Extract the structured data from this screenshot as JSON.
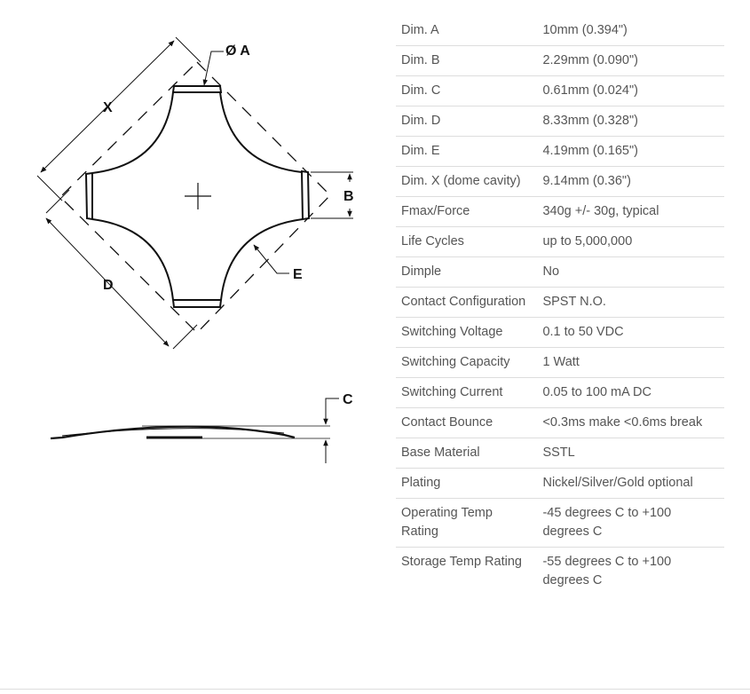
{
  "drawing": {
    "labels": {
      "a": "Ø A",
      "b": "B",
      "c": "C",
      "d": "D",
      "e": "E",
      "x": "X"
    }
  },
  "specs": [
    {
      "key": "Dim. A",
      "value": "10mm (0.394\")"
    },
    {
      "key": "Dim. B",
      "value": "2.29mm (0.090\")"
    },
    {
      "key": "Dim. C",
      "value": "0.61mm (0.024\")"
    },
    {
      "key": "Dim. D",
      "value": "8.33mm (0.328\")"
    },
    {
      "key": "Dim. E",
      "value": "4.19mm (0.165\")"
    },
    {
      "key": "Dim. X (dome cavity)",
      "value": "9.14mm (0.36\")"
    },
    {
      "key": "Fmax/Force",
      "value": "340g +/- 30g, typical"
    },
    {
      "key": "Life Cycles",
      "value": "up to 5,000,000"
    },
    {
      "key": "Dimple",
      "value": "No"
    },
    {
      "key": "Contact Configuration",
      "value": "SPST N.O."
    },
    {
      "key": "Switching Voltage",
      "value": "0.1 to 50 VDC"
    },
    {
      "key": "Switching Capacity",
      "value": "1 Watt"
    },
    {
      "key": "Switching Current",
      "value": "0.05 to 100 mA DC"
    },
    {
      "key": "Contact Bounce",
      "value": "<0.3ms make <0.6ms break"
    },
    {
      "key": "Base Material",
      "value": "SSTL"
    },
    {
      "key": "Plating",
      "value": "Nickel/Silver/Gold optional"
    },
    {
      "key": "Operating Temp Rating",
      "value": "-45 degrees C to +100 degrees C"
    },
    {
      "key": "Storage Temp Rating",
      "value": "-55 degrees C to +100 degrees C"
    }
  ]
}
